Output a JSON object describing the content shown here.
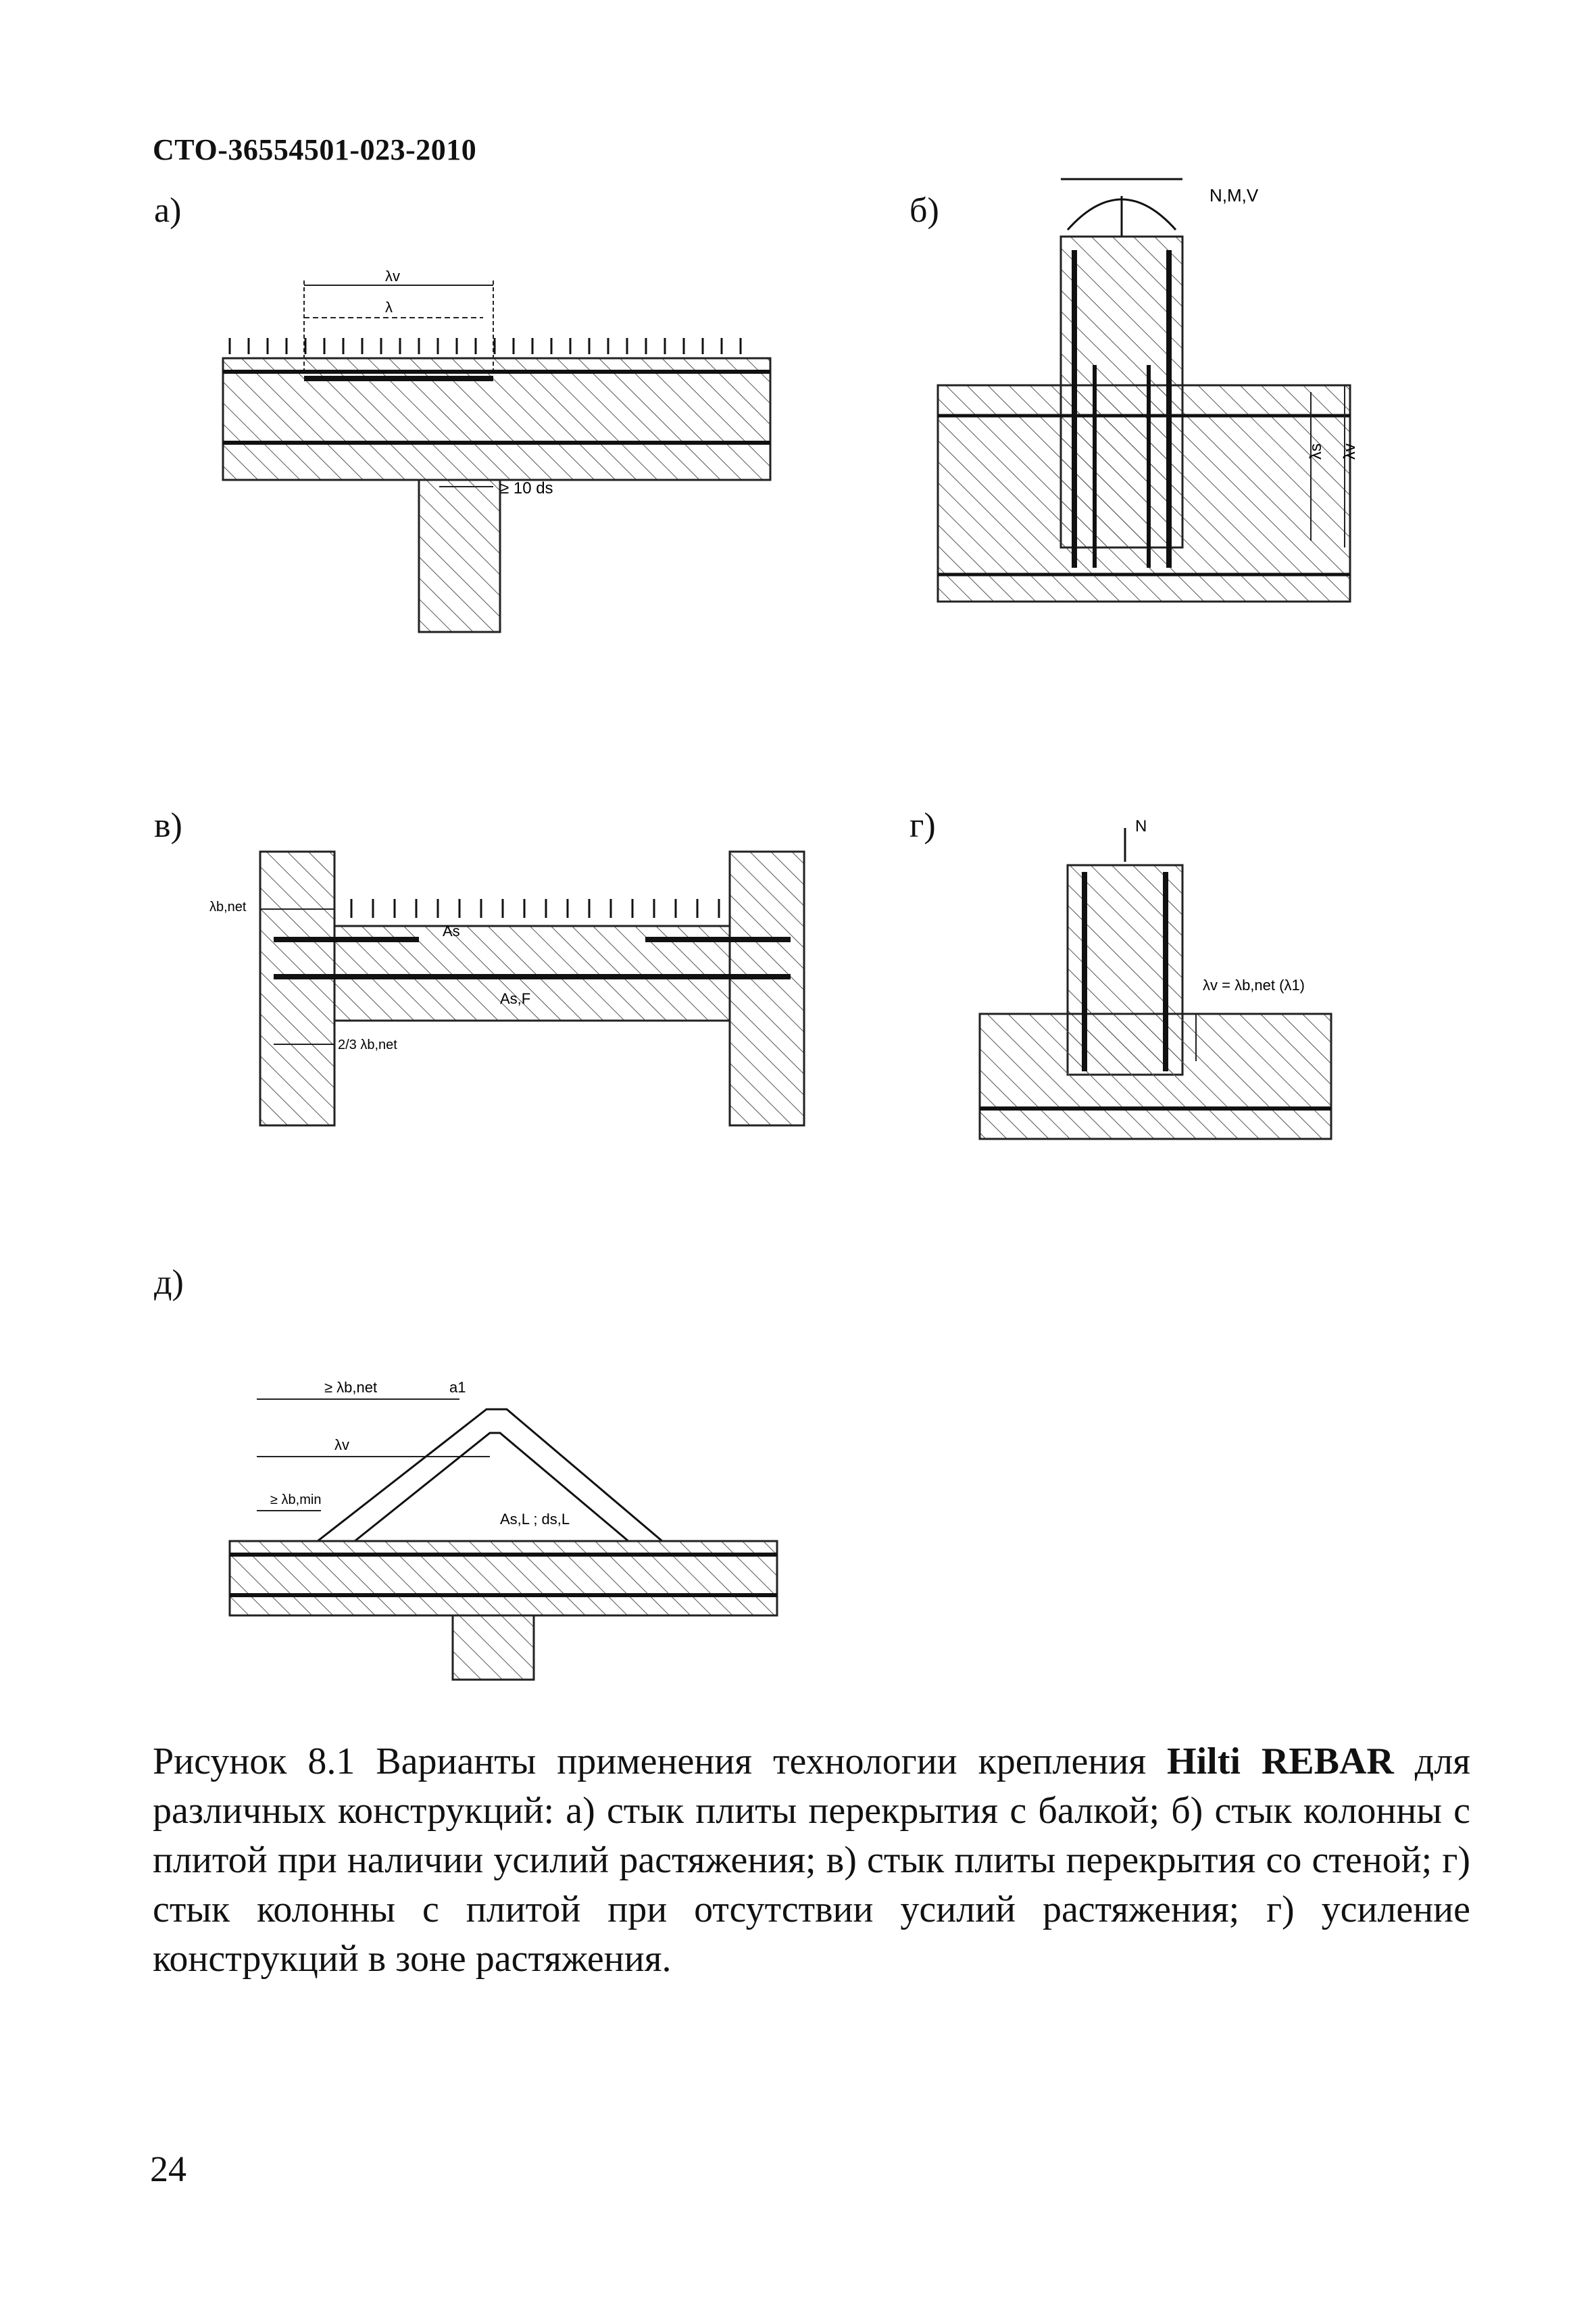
{
  "header": {
    "doc_code": "СТО-36554501-023-2010"
  },
  "panels": {
    "a": {
      "label": "а)",
      "lv": "λv",
      "l": "λ",
      "dim": "≥ 10 ds"
    },
    "b": {
      "label": "б)",
      "loads": "N,M,V",
      "l1": "λs",
      "l2": "λv"
    },
    "v": {
      "label": "в)",
      "lbnet": "λb,net",
      "as": "As",
      "asf": "As,F",
      "frac": "2/3 λb,net"
    },
    "g": {
      "label": "г)",
      "n": "N",
      "formula": "λv = λb,net (λ1)"
    },
    "d": {
      "label": "д)",
      "lbnet": "≥ λb,net",
      "a1": "a1",
      "lv": "λv",
      "lbmin": "≥ λb,min",
      "asl": "As,L ; ds,L"
    }
  },
  "caption": {
    "prefix": "Рисунок 8.1 Варианты применения технологии крепления ",
    "brand": "Hilti REBAR",
    "suffix": " для различных конструкций: а) стык плиты перекрытия с балкой; б) стык колонны с плитой при наличии усилий растяжения; в) стык плиты перекрытия со стеной; г) стык колонны с плитой при отсутствии усилий растяжения; г) усиление конструкций в зоне растяжения."
  },
  "page_number": "24"
}
